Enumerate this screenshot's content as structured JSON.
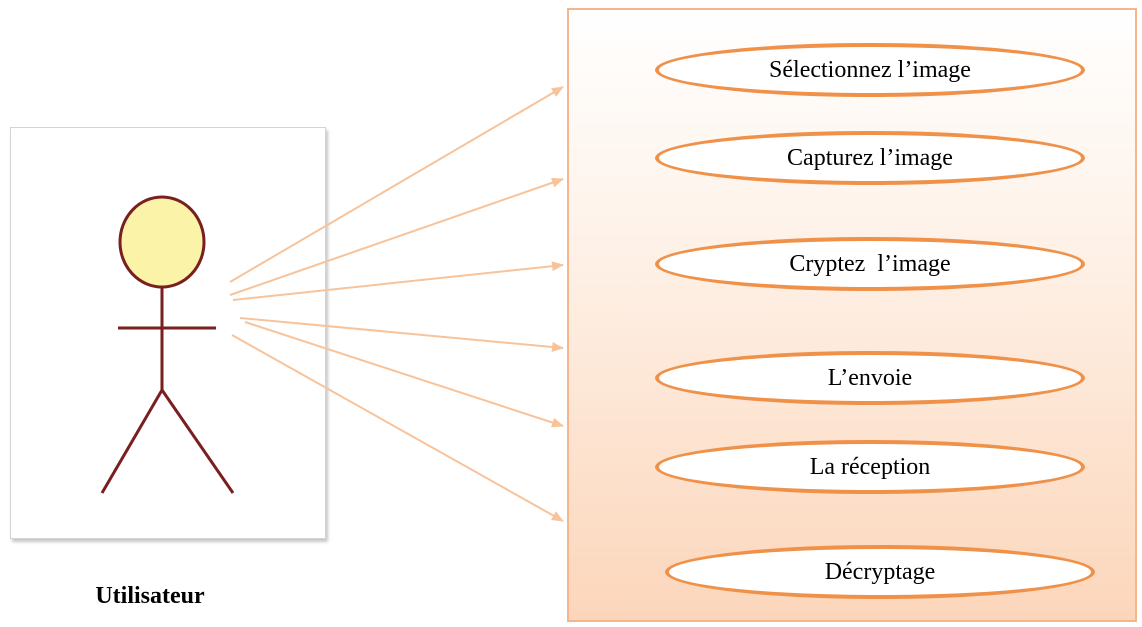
{
  "actor": {
    "name": "Utilisateur",
    "head_fill": "#fbf3a8",
    "stroke": "#7a1f1f"
  },
  "system": {
    "border_color": "#f6b58a",
    "gradient_bottom": "#fcd6bb"
  },
  "associations": {
    "color": "#f7c39b"
  },
  "use_cases": [
    {
      "label": "Sélectionnez l’image"
    },
    {
      "label": "Capturez l’image"
    },
    {
      "label": "Cryptez  l’image"
    },
    {
      "label": "L’envoie"
    },
    {
      "label": "La réception"
    },
    {
      "label": "Décryptage"
    }
  ]
}
